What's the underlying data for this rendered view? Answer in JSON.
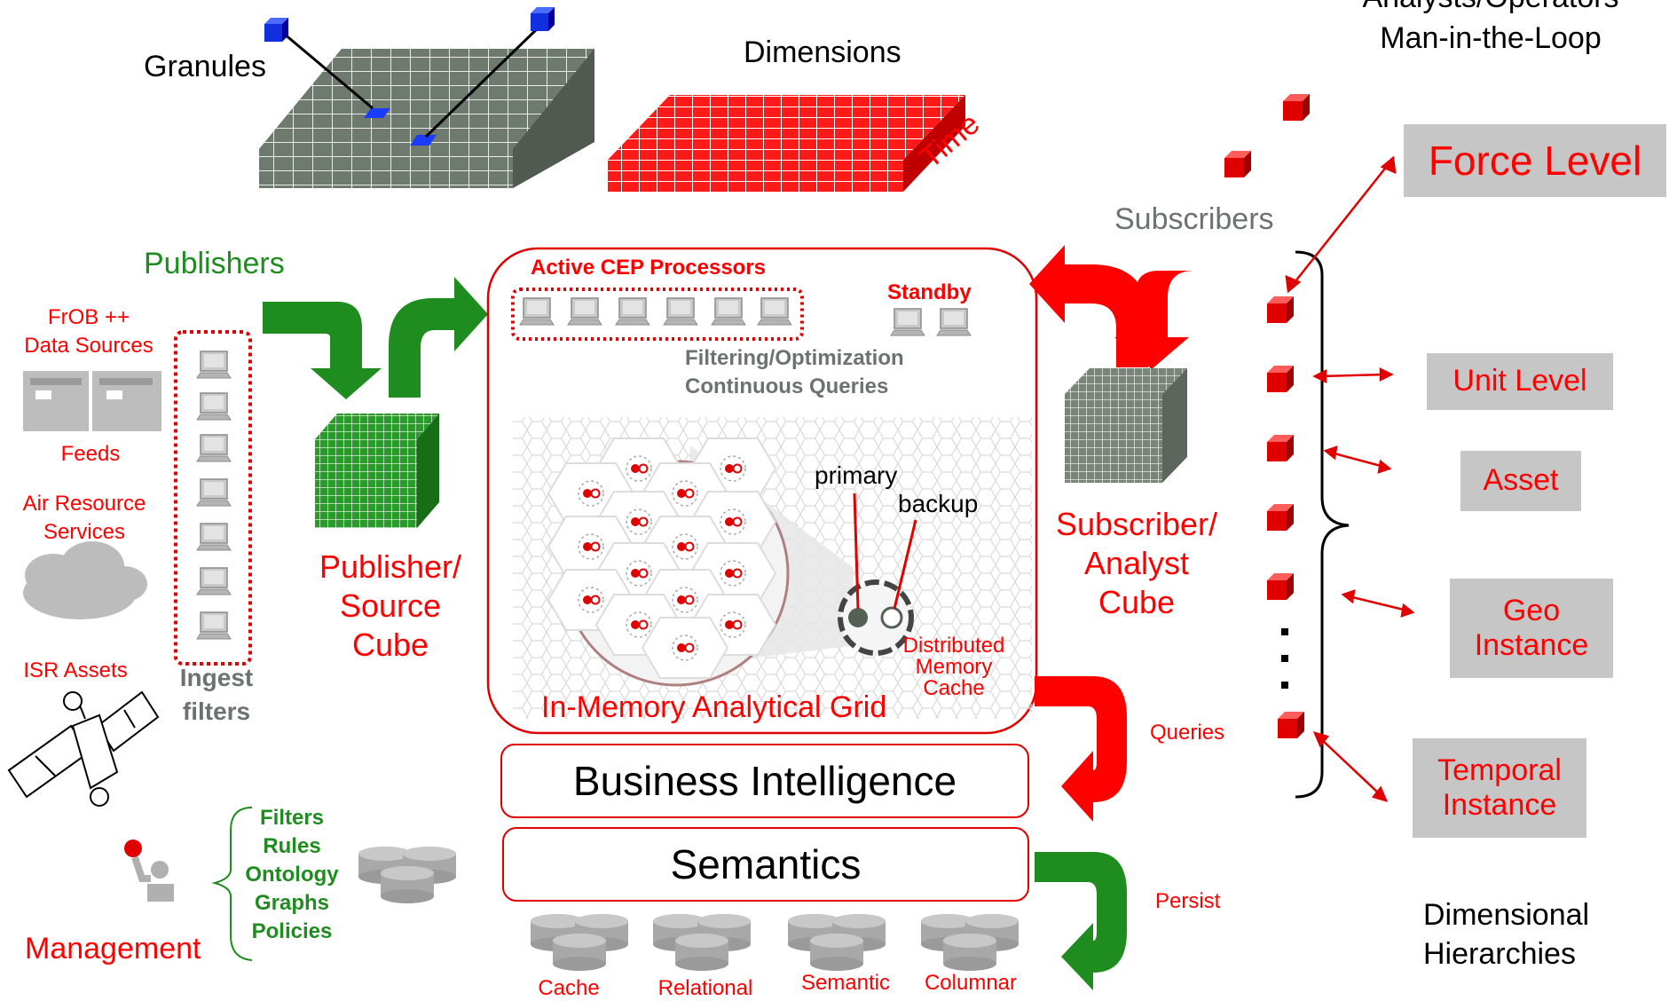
{
  "header": {
    "granules": "Granules",
    "dimensions": "Dimensions",
    "time": "Time",
    "analysts": "Analysts/Operators",
    "man_in_loop": "Man-in-the-Loop"
  },
  "publishers": {
    "title": "Publishers",
    "frob": "FrOB ++",
    "data_sources": "Data Sources",
    "feeds": "Feeds",
    "air_resource": "Air Resource",
    "services": "Services",
    "isr_assets": "ISR Assets",
    "ingest": "Ingest",
    "filters": "filters",
    "cube_line1": "Publisher/",
    "cube_line2": "Source",
    "cube_line3": "Cube"
  },
  "grid": {
    "active_cep": "Active CEP Processors",
    "standby": "Standby",
    "filtering": "Filtering/Optimization",
    "continuous": "Continuous Queries",
    "primary": "primary",
    "backup": "backup",
    "distributed": "Distributed",
    "memory": "Memory",
    "cache": "Cache",
    "title": "In-Memory Analytical Grid"
  },
  "layers": {
    "business_intelligence": "Business Intelligence",
    "semantics": "Semantics",
    "queries": "Queries",
    "persist": "Persist"
  },
  "storage": {
    "cache": "Cache",
    "relational": "Relational",
    "semantic": "Semantic",
    "columnar": "Columnar"
  },
  "management": {
    "title": "Management",
    "items": [
      "Filters",
      "Rules",
      "Ontology",
      "Graphs",
      "Policies"
    ]
  },
  "subscribers": {
    "title": "Subscribers",
    "cube_line1": "Subscriber/",
    "cube_line2": "Analyst",
    "cube_line3": "Cube"
  },
  "hierarchy": {
    "force_level": "Force Level",
    "unit_level": "Unit Level",
    "asset": "Asset",
    "geo_line1": "Geo",
    "geo_line2": "Instance",
    "temporal_line1": "Temporal",
    "temporal_line2": "Instance",
    "dots": ":",
    "dimensional": "Dimensional",
    "hierarchies": "Hierarchies"
  },
  "colors": {
    "accent_red": "#ff0000",
    "accent_green": "#1e8c1e",
    "label_gray": "#6b7370",
    "box_gray": "#c6c6c6"
  }
}
